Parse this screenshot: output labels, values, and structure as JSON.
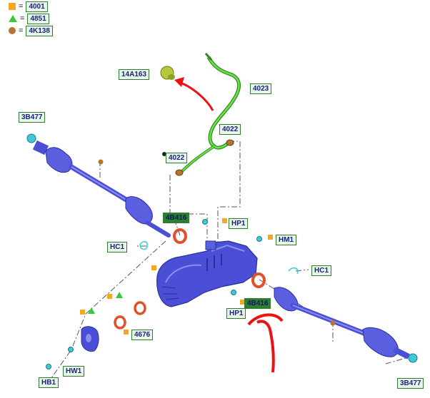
{
  "legend": [
    {
      "symbol": "square",
      "color": "#f5a623",
      "eq": "=",
      "code": "4001"
    },
    {
      "symbol": "triangle",
      "color": "#3cc83c",
      "eq": "=",
      "code": "4851"
    },
    {
      "symbol": "circle",
      "color": "#b8732e",
      "eq": "=",
      "code": "4K138"
    }
  ],
  "callouts": {
    "c14A163": "14A163",
    "c4023": "4023",
    "c4022a": "4022",
    "c4022b": "4022",
    "c3B477a": "3B477",
    "c3B477b": "3B477",
    "c4B416a": "4B416",
    "c4B416b": "4B416",
    "cHP1a": "HP1",
    "cHP1b": "HP1",
    "cHM1": "HM1",
    "cHC1a": "HC1",
    "cHC1b": "HC1",
    "c4676": "4676",
    "cHW1": "HW1",
    "cHB1": "HB1"
  },
  "colors": {
    "part_blue": "#4a4fd6",
    "part_blue_dark": "#2a2f9e",
    "seal_red": "#e0502a",
    "breather_green": "#4cc62a",
    "fastener_cyan": "#3ec8d8",
    "annotation_red": "#ee1111"
  }
}
